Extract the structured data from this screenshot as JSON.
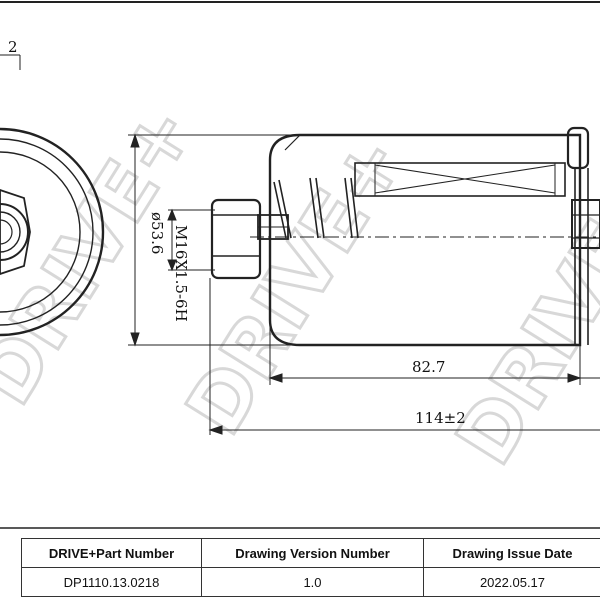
{
  "watermark": {
    "text": "DRIVE+"
  },
  "dimensions": {
    "top_tolerance": "2",
    "diameter": "ø53.6",
    "thread": "M16X1.5-6H",
    "body_length": "82.7",
    "total_length": "114±2"
  },
  "table": {
    "headers": [
      "DRIVE+Part Number",
      "Drawing Version Number",
      "Drawing Issue Date"
    ],
    "values": [
      "DP1110.13.0218",
      "1.0",
      "2022.05.17"
    ]
  }
}
